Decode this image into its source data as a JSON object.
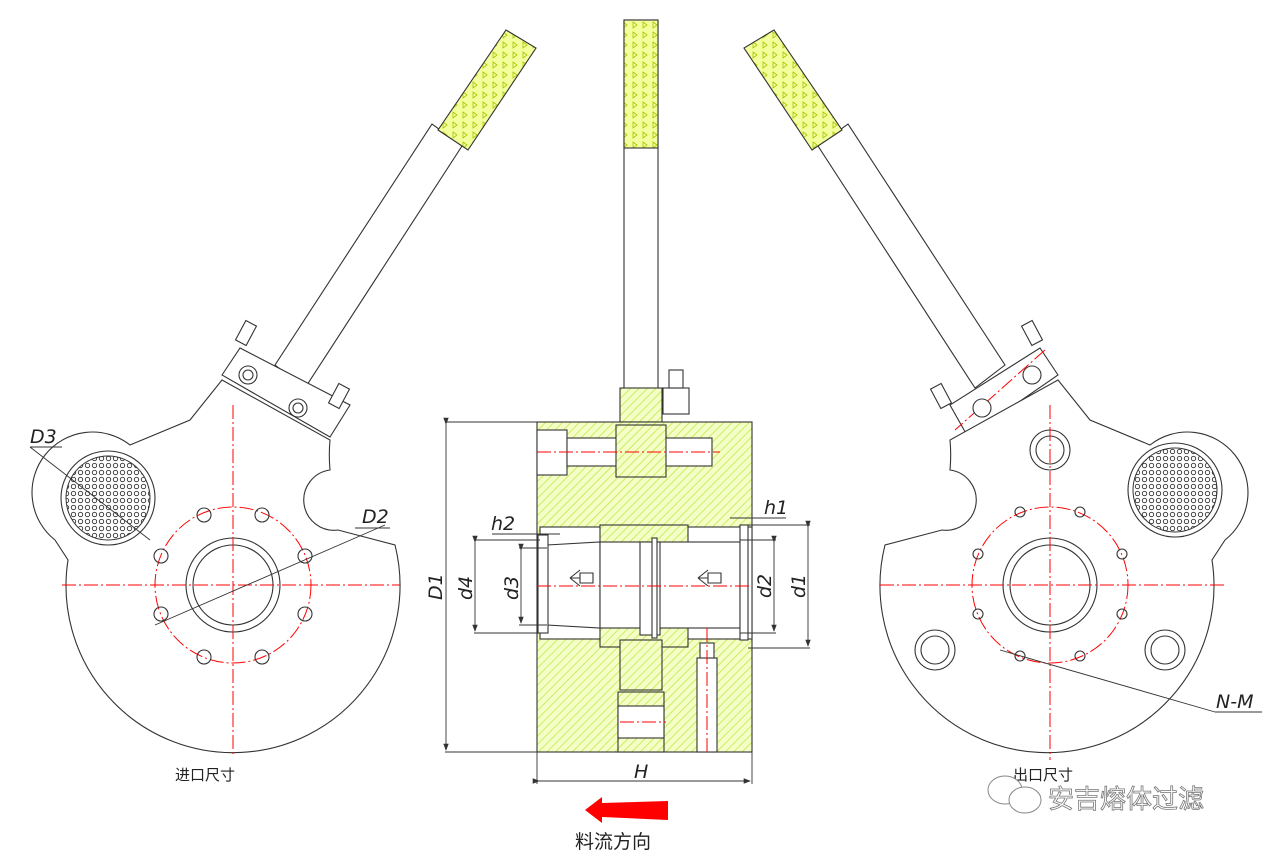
{
  "labels": {
    "D3": "D3",
    "D2": "D2",
    "D1": "D1",
    "d4": "d4",
    "d3": "d3",
    "h2": "h2",
    "h1": "h1",
    "d2": "d2",
    "d1": "d1",
    "H": "H",
    "NM": "N-M"
  },
  "captions": {
    "inlet": "进口尺寸",
    "outlet": "出口尺寸",
    "flow_direction": "料流方向"
  },
  "watermark": "安吉熔体过滤",
  "colors": {
    "hatch": "#d9f26b",
    "grip": "#f2ff9a",
    "centerline": "#ff0000",
    "flow_arrow": "#ff0000"
  }
}
